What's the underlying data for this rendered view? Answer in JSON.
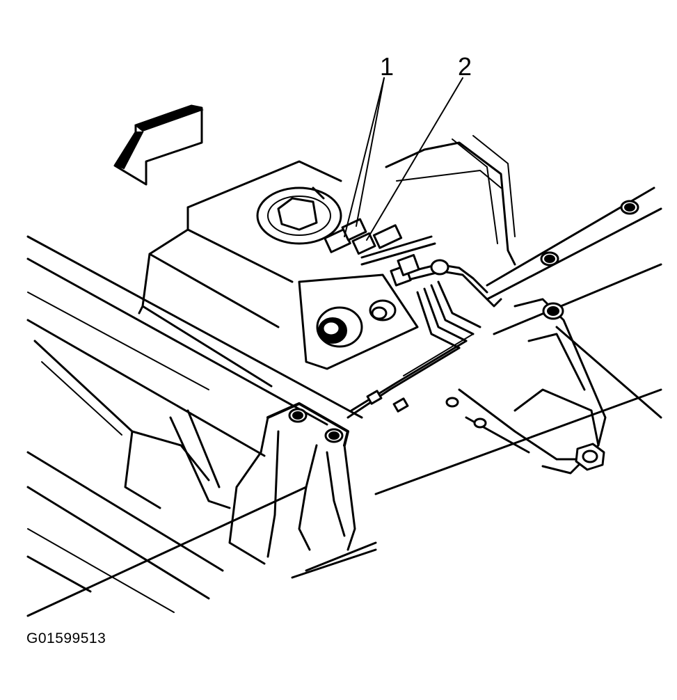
{
  "callouts": [
    {
      "number": "1"
    },
    {
      "number": "2"
    }
  ],
  "figure_id": "G01599513"
}
